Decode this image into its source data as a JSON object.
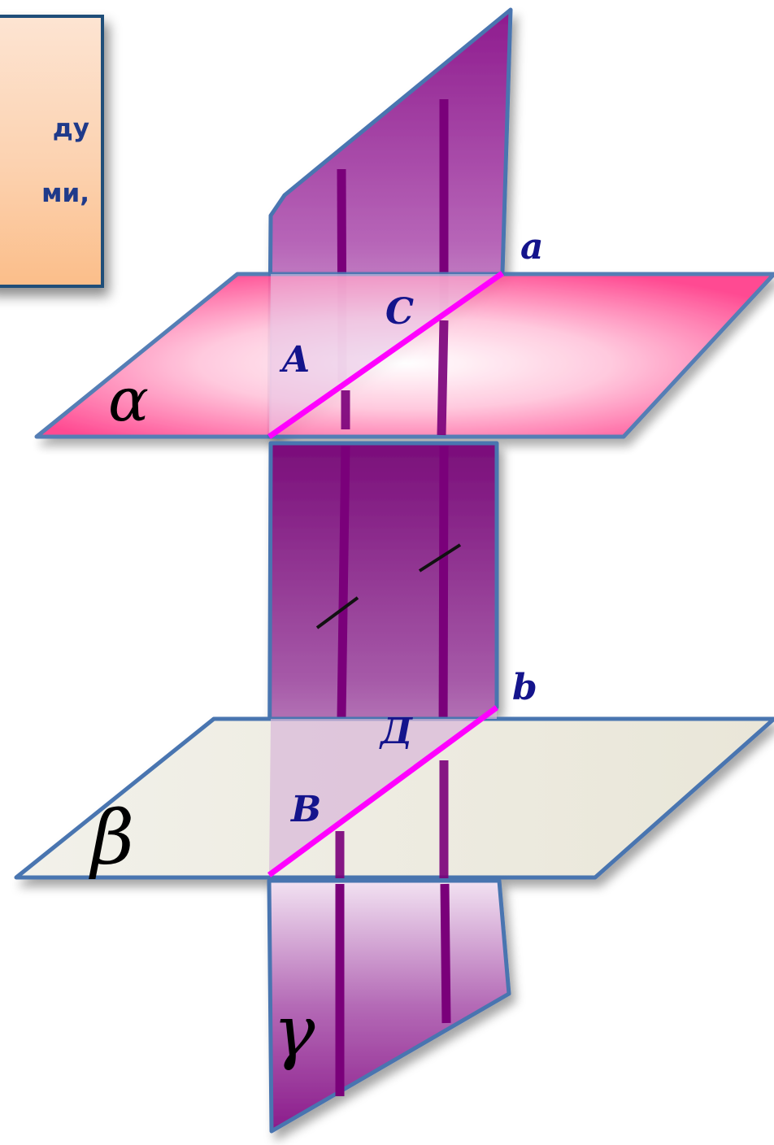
{
  "textbox": {
    "lines": [
      "ду",
      "ми,"
    ]
  },
  "labels": {
    "point_A": "A",
    "point_C": "C",
    "point_B": "B",
    "point_D": "Д",
    "line_a": "a",
    "line_b": "b",
    "plane_alpha": "α",
    "plane_beta": "β",
    "plane_gamma": "γ"
  },
  "colors": {
    "outline": "#4a74b0",
    "intersection_line": "#ff00ff",
    "segment": "#7a007a",
    "plane_alpha": "#ff3d8a",
    "plane_gamma": "#8b1b8b",
    "plane_beta": "#efeee4"
  }
}
